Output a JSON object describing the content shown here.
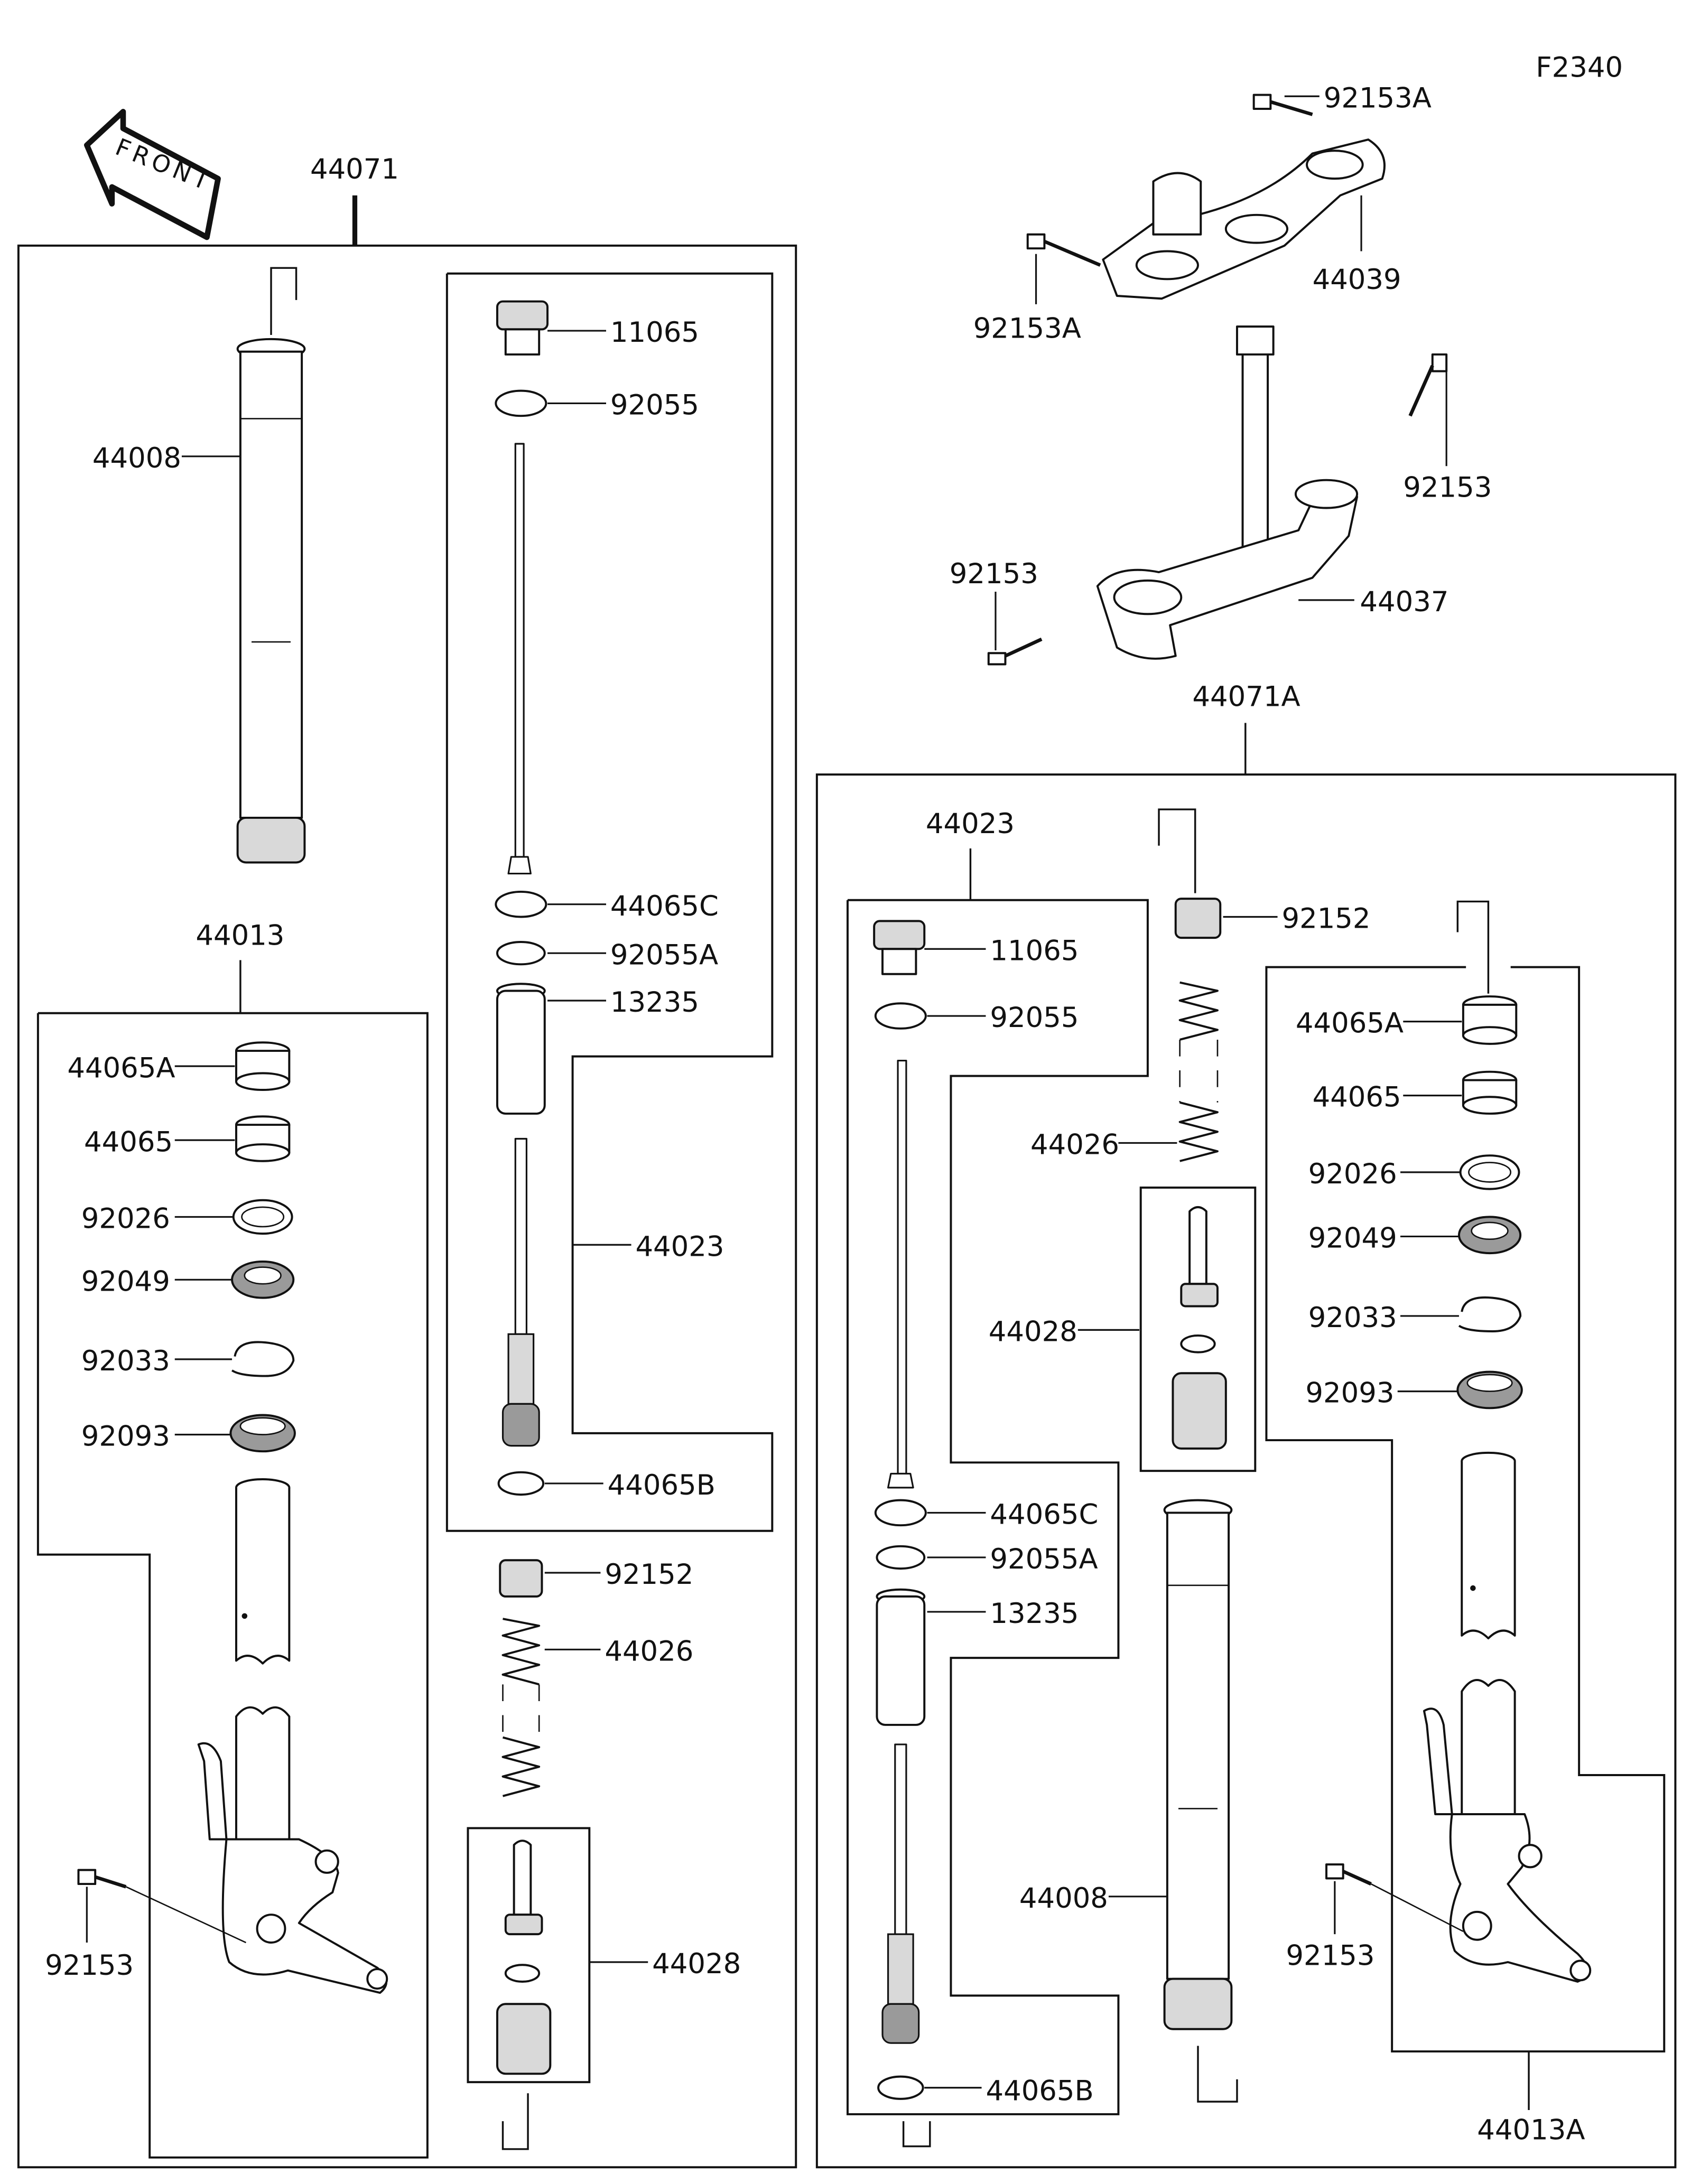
{
  "figure_code": "F2340",
  "front_arrow": {
    "label": "FRONT",
    "icon": "front-direction-arrow"
  },
  "groups": {
    "left_fork_assembly": "44071",
    "right_fork_assembly": "44071A",
    "left_outer_tube_set": "44013",
    "right_outer_tube_set": "44013A",
    "left_cartridge": "44023",
    "right_cartridge": "44023",
    "right_cartridge_top": "44023"
  },
  "labels": {
    "upper_bracket": "44039",
    "upper_bolt_a": "92153A",
    "upper_bolt_b": "92153A",
    "stem": "44037",
    "stem_bolt_a": "92153",
    "stem_bolt_b": "92153",
    "l_inner_tube": "44008",
    "l_bush_a": "44065A",
    "l_bush": "44065",
    "l_washer": "92026",
    "l_oil_seal": "92049",
    "l_circlip": "92033",
    "l_dust_seal": "92093",
    "l_axle_bolt": "92153",
    "l_cap": "11065",
    "l_oring": "92055",
    "l_oring_c": "44065C",
    "l_oring_a": "92055A",
    "l_collar": "13235",
    "l_cartridge_lbl": "44023",
    "l_oring_b": "44065B",
    "l_nut": "92152",
    "l_spring": "44026",
    "l_spacer": "44028",
    "r_cap": "11065",
    "r_oring": "92055",
    "r_oring_c": "44065C",
    "r_oring_a": "92055A",
    "r_collar": "13235",
    "r_oring_b": "44065B",
    "r_nut": "92152",
    "r_spring": "44026",
    "r_spacer": "44028",
    "r_inner_tube": "44008",
    "r_bush_a": "44065A",
    "r_bush": "44065",
    "r_washer": "92026",
    "r_oil_seal": "92049",
    "r_circlip": "92033",
    "r_dust_seal": "92093",
    "r_axle_bolt": "92153"
  },
  "colors": {
    "ink": "#111111",
    "paper": "#ffffff",
    "shade": "#d9d9d9"
  }
}
